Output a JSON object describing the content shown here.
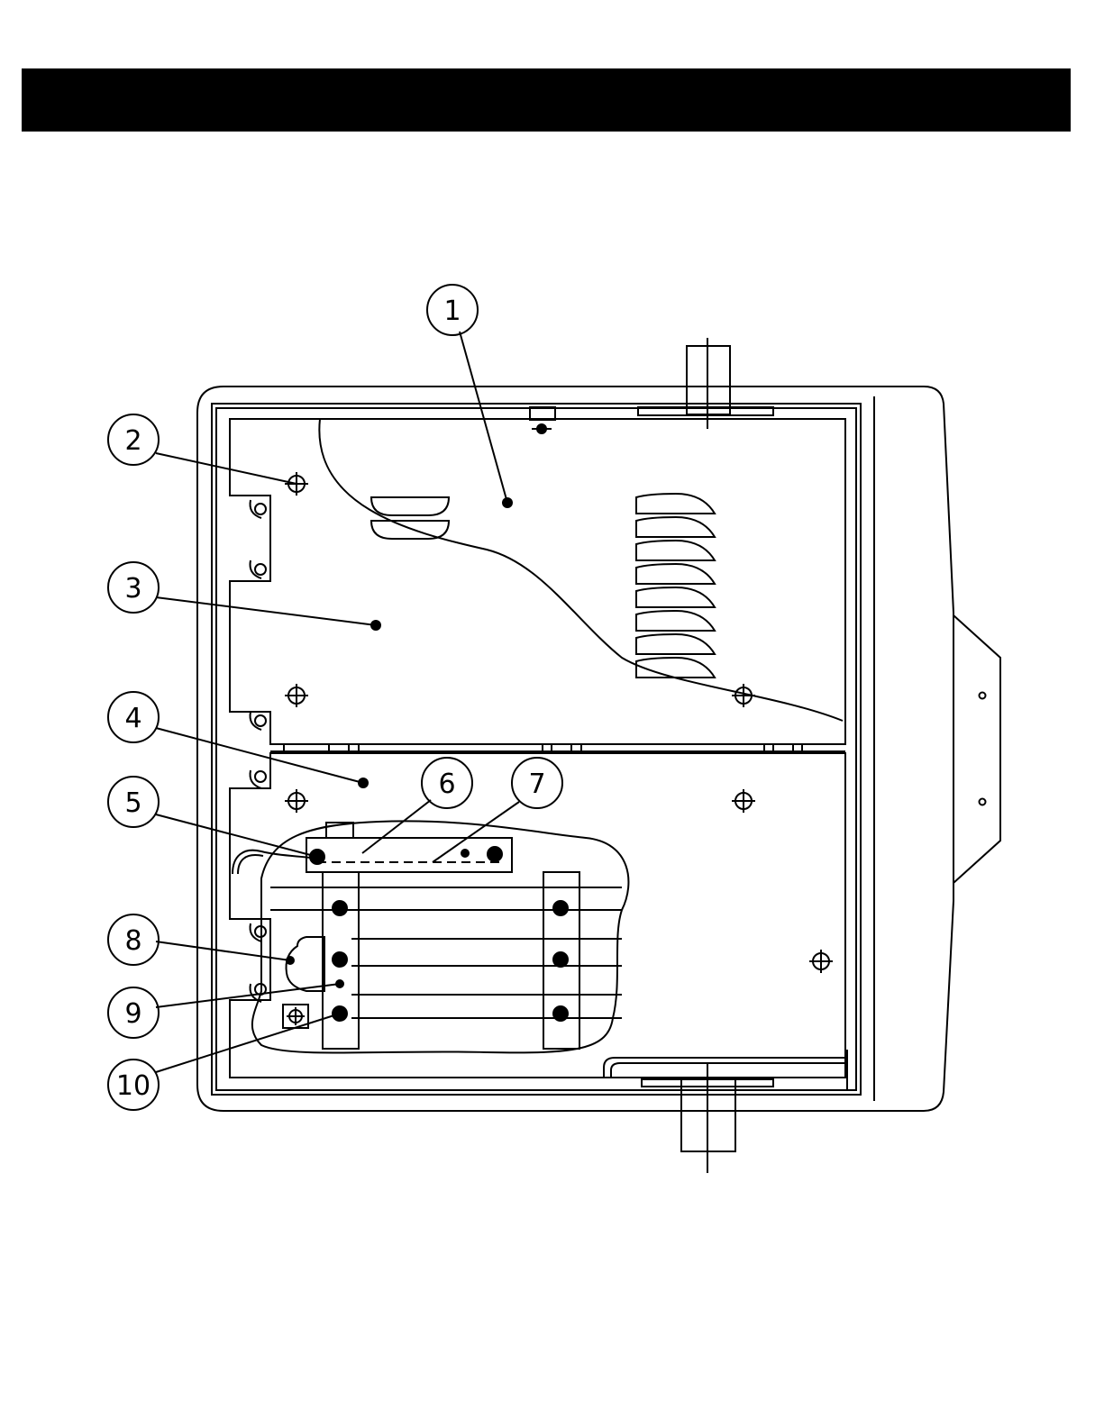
{
  "header": {
    "bar_color": "#000000"
  },
  "diagram": {
    "line_color": "#000000",
    "background": "#ffffff",
    "callouts": [
      {
        "id": "1",
        "label": "1"
      },
      {
        "id": "2",
        "label": "2"
      },
      {
        "id": "3",
        "label": "3"
      },
      {
        "id": "4",
        "label": "4"
      },
      {
        "id": "5",
        "label": "5"
      },
      {
        "id": "6",
        "label": "6"
      },
      {
        "id": "7",
        "label": "7"
      },
      {
        "id": "8",
        "label": "8"
      },
      {
        "id": "9",
        "label": "9"
      },
      {
        "id": "10",
        "label": "10"
      }
    ]
  }
}
